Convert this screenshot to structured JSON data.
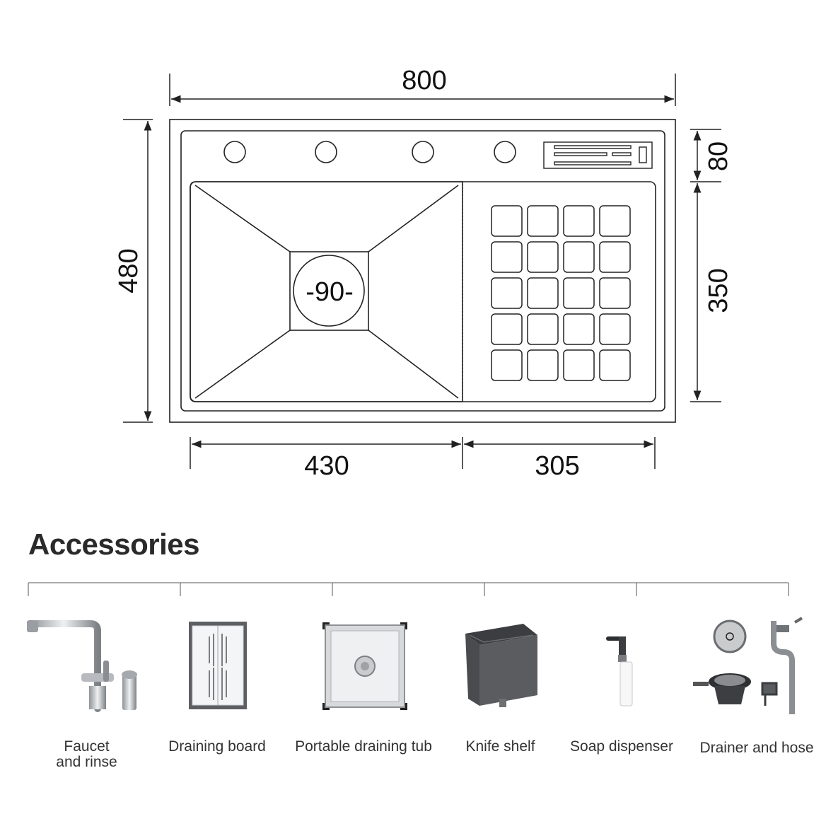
{
  "dimensions": {
    "overall_width": "800",
    "overall_height": "480",
    "top_strip": "80",
    "board_height": "350",
    "basin_width": "430",
    "board_width": "305",
    "drain": "-90-"
  },
  "accessories": {
    "heading": "Accessories",
    "items": [
      {
        "label": "Faucet\nand rinse",
        "icon": "faucet-icon"
      },
      {
        "label": "Draining board",
        "icon": "draining-board-icon"
      },
      {
        "label": "Portable draining tub",
        "icon": "draining-tub-icon"
      },
      {
        "label": "Knife shelf",
        "icon": "knife-shelf-icon"
      },
      {
        "label": "Soap dispenser",
        "icon": "soap-dispenser-icon"
      },
      {
        "label": "Drainer and hose",
        "icon": "drainer-hose-icon"
      }
    ]
  }
}
